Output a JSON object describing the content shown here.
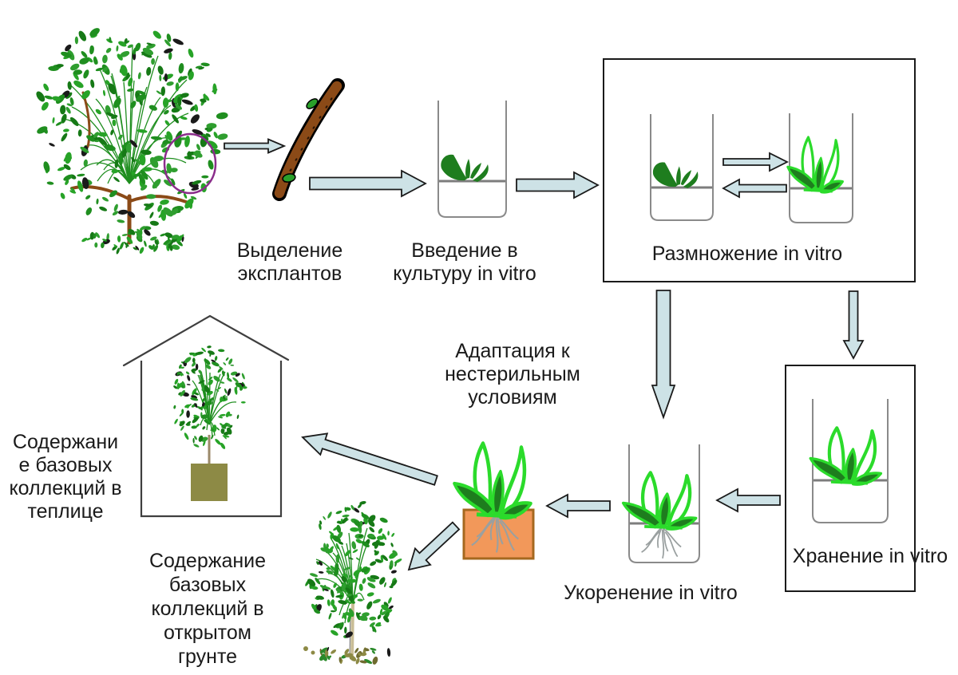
{
  "diagram": {
    "language": "ru",
    "labels": {
      "explant_isolation": {
        "lines": [
          "Выделение",
          "эксплантов"
        ]
      },
      "culture_intro": {
        "lines": [
          "Введение в",
          "культуру  in vitro"
        ]
      },
      "propagation": {
        "text": "Размножение in vitro"
      },
      "storage": {
        "text": "Хранение in vitro"
      },
      "rooting": {
        "text": "Укоренение in vitro"
      },
      "adaptation": {
        "lines": [
          "Адаптация к",
          "нестерильным",
          "условиям"
        ]
      },
      "greenhouse": {
        "lines": [
          "Содержани",
          "е базовых",
          "коллекций в",
          "теплице"
        ]
      },
      "open_ground": {
        "lines": [
          "Содержание",
          "базовых",
          "коллекций в",
          "открытом",
          "грунте"
        ]
      }
    },
    "colors": {
      "background": "#ffffff",
      "text": "#1a1a1a",
      "outline": "#1a1a1a",
      "arrow_fill": "#cde2e6",
      "box_border": "#1a1a1a",
      "tube_gray": "#8a8a8a",
      "medium_line_gray": "#7d7d7d",
      "plant_dark_green": "#1e7d1e",
      "plant_bright_green": "#2bdb2b",
      "bud_green": "#2aa02a",
      "leaf_palette": [
        "#1f8e1f",
        "#27a327",
        "#167916",
        "#2f9e2f"
      ],
      "twig_brown": "#8b4a17",
      "selection_circle_purple": "#8b2d8b",
      "pot_orange_fill": "#f2985a",
      "pot_orange_border": "#a5681f",
      "pot_olive": "#8d8a45",
      "root_gray": "#9aa0a0",
      "house_outline": "#3f3f3f"
    },
    "pictograms": [
      "source-tree-drawing",
      "explant-selection-circle",
      "explant-twig-icon",
      "culture-tube-icon",
      "propagation-tube-small-icon",
      "propagation-tube-large-icon",
      "storage-tube-icon",
      "rooting-tube-icon",
      "adaptation-pot-icon",
      "greenhouse-drawing",
      "open-ground-tree-drawing",
      "flow-arrows"
    ]
  }
}
